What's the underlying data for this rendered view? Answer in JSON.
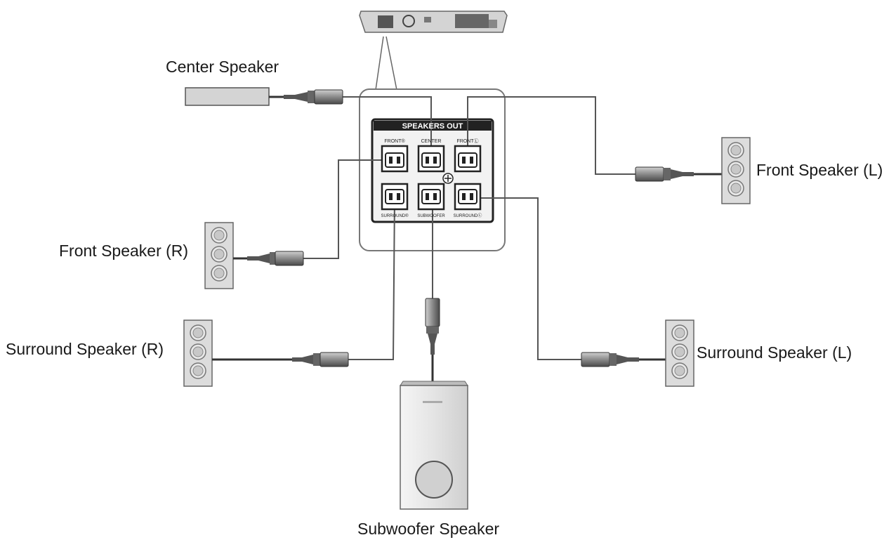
{
  "labels": {
    "center": "Center Speaker",
    "front_left": "Front Speaker (L)",
    "front_right": "Front Speaker (R)",
    "surround_right": "Surround Speaker (R)",
    "surround_left": "Surround Speaker (L)",
    "subwoofer": "Subwoofer Speaker"
  },
  "panel": {
    "title": "SPEAKERS OUT",
    "terminals": {
      "front_r": "FRONT®",
      "center": "CENTER",
      "front_l": "FRONTⓁ",
      "surround_r": "SURROUND®",
      "subwoofer": "SUBWOOFER",
      "surround_l": "SURROUNDⓁ"
    }
  },
  "colors": {
    "line": "#555555",
    "cable": "#333333",
    "panel_bg": "#f2f2f2",
    "speaker_fill": "#dcdcdc"
  }
}
